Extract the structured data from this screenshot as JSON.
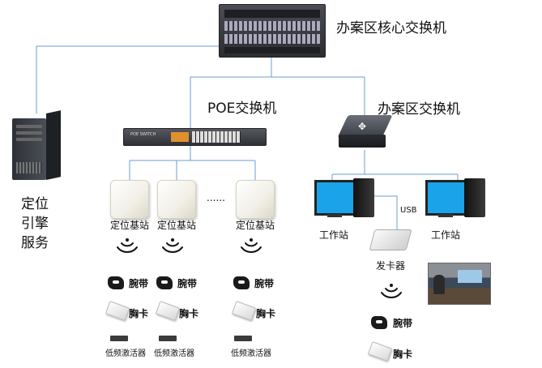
{
  "labels": {
    "core_switch": "办案区核心交换机",
    "poe_switch": "POE交换机",
    "area_switch": "办案区交换机",
    "engine_line1": "定位",
    "engine_line2": "引擎",
    "engine_line3": "服务",
    "base_station": "定位基站",
    "ellipsis": "......",
    "wristband": "腕带",
    "chest_card": "胸卡",
    "activator": "低频激活器",
    "workstation": "工作站",
    "usb": "USB",
    "card_issuer": "发卡器"
  },
  "device_text": {
    "poe_brand": "POE SWITCH"
  },
  "colors": {
    "link_line": "#6d9ed6",
    "monitor_blue": "#1aa3e8",
    "server_dark": "#2d3136",
    "switch_dark": "#3a3d44",
    "port_orange": "#e0902c"
  }
}
